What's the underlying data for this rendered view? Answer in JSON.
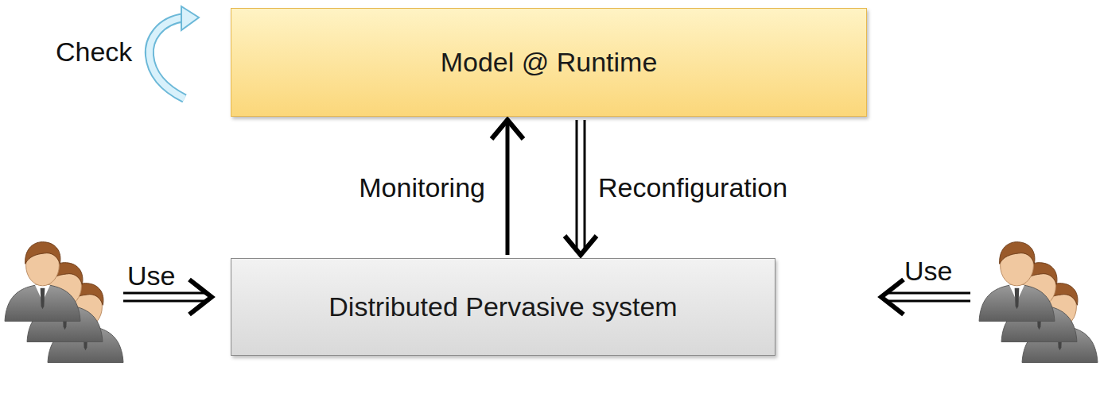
{
  "diagram": {
    "nodes": [
      {
        "text": [
          "Model @ Runtime"
        ]
      },
      {
        "text": [
          "Distributed Pervasive system"
        ]
      }
    ],
    "edges": [
      {
        "from": 1,
        "to": 0,
        "arrow": "to",
        "label": "Monitoring"
      },
      {
        "from": 0,
        "to": 1,
        "arrow": "to",
        "label": "Reconfiguration"
      }
    ],
    "labels": [
      "Check",
      "Use",
      "Use"
    ]
  }
}
